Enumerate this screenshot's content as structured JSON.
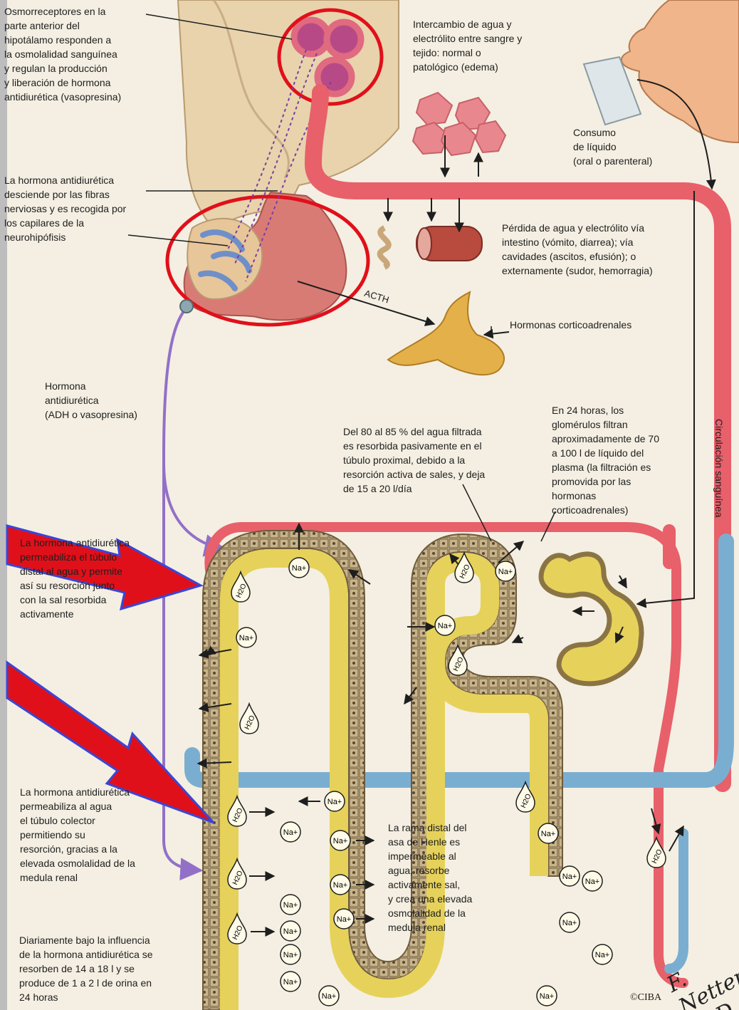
{
  "labels": {
    "osmoreceptores": "Osmorreceptores en la\nparte anterior del\nhipotálamo responden a\nla osmolalidad sanguínea\ny regulan la producción\ny liberación de hormona\nantidiurética (vasopresina)",
    "intercambio": "Intercambio de agua y\nelectrólito entre sangre y\ntejido: normal o\npatológico (edema)",
    "consumo": "Consumo\nde líquido\n(oral o parenteral)",
    "desciende": "La hormona antidiurética\ndesciende por las fibras\nnerviosas y es recogida por\nlos capilares de la\nneurohipófisis",
    "perdida": "Pérdida de agua y electrólito vía\nintestino (vómito, diarrea); vía\ncavidades (ascitos, efusión); o\nexternamente (sudor, hemorragia)",
    "acth": "ACTH",
    "corticoadrenales": "Hormonas corticoadrenales",
    "adh": "Hormona\nantidiurética\n(ADH o vasopresina)",
    "glomerulos": "En 24 horas, los\nglomérulos filtran\naproximadamente de 70\na 100 l de líquido del\nplasma (la filtración es\npromovida por las\nhormonas\ncorticoadrenales)",
    "resorbida": "Del 80 al 85 % del agua filtrada\nes resorbida pasivamente en el\ntúbulo proximal, debido a la\nresorción activa de sales, y deja\nde 15 a 20 l/día",
    "circulacion": "Circulación sanguínea",
    "permeabiliza_distal": "La hormona antidiurética\npermeabiliza el túbulo\ndistal al agua y permite\nasí su resorción junto\ncon la sal resorbida\nactivamente",
    "permeabiliza_colector": "La hormona antidiurética\npermeabiliza al agua\nel túbulo colector\npermitiendo su\nresorción, gracias a la\nelevada osmolalidad de la\nmedula renal",
    "rama_distal": "La rama distal del\nasa de Henle es\nimpermeable al\nagua; resorbe\nactivamente sal,\ny crea una elevada\nosmolalidad de la\nmedula renal",
    "diariamente": "Diariamente bajo la influencia\nde la hormona antidiurética se\nresorben de 14 a 18 l y se\nproduce de 1 a 2 l de orina en\n24 horas",
    "copyright": "©CIBA",
    "signature": "F. Netter M.D."
  },
  "ion_label": "Na+",
  "water_label": "H2O",
  "colors": {
    "artery": "#e8606a",
    "vein": "#7aaed0",
    "tubule": "#e6d25a",
    "tubule_wall": "#b09a6e",
    "nerve": "#9270c8",
    "highlight": "#e0101a",
    "arrow_fill": "#e0101a",
    "arrow_edge": "#3a46d8"
  }
}
